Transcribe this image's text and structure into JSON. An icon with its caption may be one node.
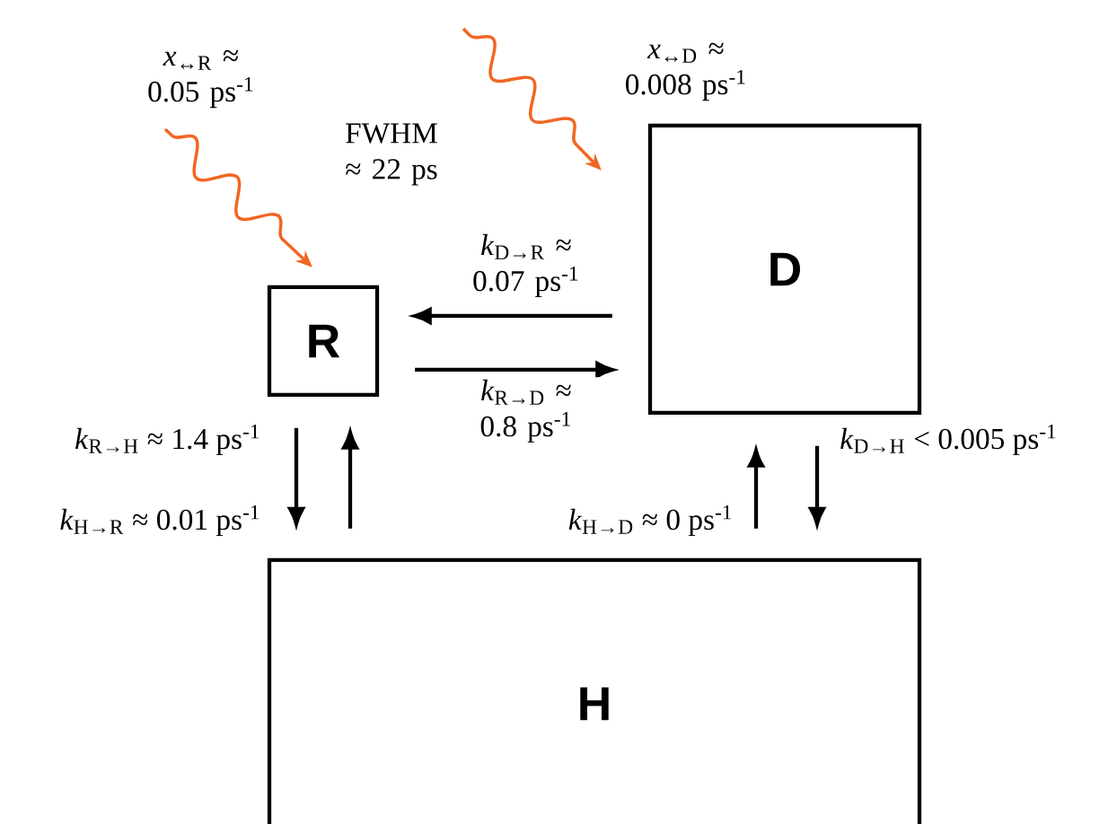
{
  "diagram": {
    "nodes": [
      {
        "text": [
          "R"
        ]
      },
      {
        "text": [
          "D"
        ]
      },
      {
        "text": [
          "H"
        ]
      }
    ],
    "edges": [
      {
        "from": 1,
        "to": 0,
        "arrow": "to",
        "label": "*k*$_{D→R}$ ≈ 0.07 ps$^{-1}$"
      },
      {
        "from": 0,
        "to": 1,
        "arrow": "to",
        "label": "*k*$_{R→D}$ ≈ 0.8 ps$^{-1}$"
      },
      {
        "from": 0,
        "to": 2,
        "arrow": "to",
        "label": "*k*$_{R→H}$ ≈ 1.4 ps$^{-1}$"
      },
      {
        "from": 2,
        "to": 0,
        "arrow": "to",
        "label": "*k*$_{H→R}$ ≈ 0.01 ps$^{-1}$"
      },
      {
        "from": 1,
        "to": 2,
        "arrow": "to",
        "label": "*k*$_{D→H}$ < 0.005 ps$^{-1}$"
      },
      {
        "from": 2,
        "to": 1,
        "arrow": "to",
        "label": "*k*$_{H→D}$ ≈ 0 ps$^{-1}$"
      },
      {
        "from": null,
        "to": 0,
        "arrow": "to",
        "label": "*x*$_{↔R}$ ≈ 0.05 ps$^{-1}$",
        "color": "#f26522"
      },
      {
        "from": null,
        "to": 1,
        "arrow": "to",
        "label": "*x*$_{↔D}$ ≈ 0.008 ps$^{-1}$",
        "color": "#f26522"
      }
    ],
    "labels": [
      "FWHM ≈ 22 ps"
    ]
  }
}
